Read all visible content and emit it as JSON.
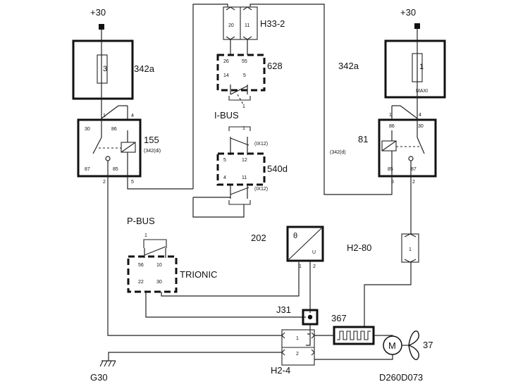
{
  "labels": {
    "plus30_left": "+30",
    "plus30_right": "+30",
    "fuse_left_id": "342a",
    "fuse_left_no": "3",
    "fuse_right_id": "342a",
    "fuse_right_no": "1",
    "fuse_right_tag": "MAXI",
    "relay_left_id": "155",
    "relay_left_ref": "(342(di)",
    "relay_left_p30": "30",
    "relay_left_p86": "86",
    "relay_left_p87": "87",
    "relay_left_p85": "85",
    "relay_left_n4": "4",
    "relay_left_n1": "1",
    "relay_left_n2": "2",
    "relay_left_n5": "5",
    "relay_right_id": "81",
    "relay_right_ref": "(342(d)",
    "relay_right_p86": "86",
    "relay_right_p30": "30",
    "relay_right_p85": "85",
    "relay_right_p87": "87",
    "relay_right_n1": "1",
    "relay_right_n4": "4",
    "relay_right_n5": "5",
    "relay_right_n2": "2",
    "conn_h33": "H33-2",
    "h33_p20": "20",
    "h33_p11": "11",
    "h33_p26": "26",
    "h33_p55": "55",
    "sw628": "628",
    "sw628_p14": "14",
    "sw628_p5": "5",
    "ibus": "I-BUS",
    "sw540": "540d",
    "sw540_p5": "5",
    "sw540_p12": "12",
    "sw540_p4": "4",
    "sw540_p11": "11",
    "sw540_tag1": "(IX12)",
    "sw540_tag2": "(IX12)",
    "pbus": "P-BUS",
    "trionic": "TRIONIC",
    "trionic_p56": "56",
    "trionic_p10": "10",
    "trionic_p22": "22",
    "trionic_p30": "30",
    "sensor_id": "202",
    "sensor_theta": "θ",
    "sensor_u": "U",
    "sensor_p1": "1",
    "sensor_p2": "2",
    "conn_h280": "H2-80",
    "h280_p1": "1",
    "splice_j31": "J31",
    "resistor_id": "367",
    "motor_m": "M",
    "fan_id": "37",
    "conn_h24": "H2-4",
    "h24_p1": "1",
    "h24_p2": "2",
    "ground": "G30",
    "diagram_code": "D260D073",
    "small_1a": "1",
    "small_1b": "1",
    "small_1c": "1"
  }
}
